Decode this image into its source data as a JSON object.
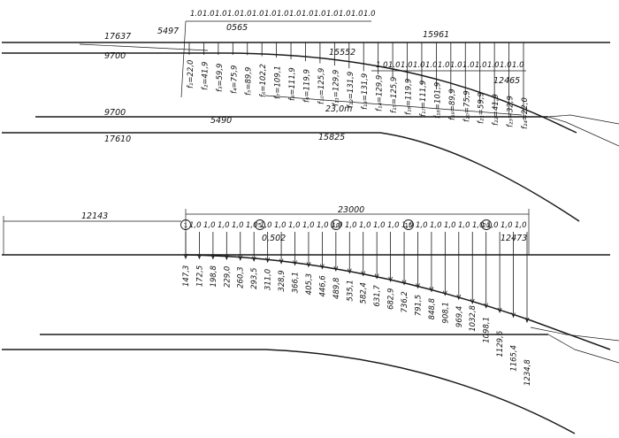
{
  "top": {
    "upper_spacing": [
      "1.0",
      "1.0",
      "1.0",
      "1.0",
      "1.0",
      "1.0",
      "1.0",
      "1.0",
      "1.0",
      "1.0",
      "1.0",
      "1.0",
      "1.0",
      "1.0",
      "1.0"
    ],
    "lower_spacing": [
      "1.0",
      "1.0",
      "1.0",
      "1.0",
      "1.0",
      "1.0",
      "1.0",
      "1.0",
      "1.0",
      "1.0",
      "1.0",
      "1.0"
    ],
    "label_17637": "17637",
    "label_9700_a": "9700",
    "label_5497": "5497",
    "label_0565": "0565",
    "label_15961": "15961",
    "label_15552": "15552",
    "label_12465": "12465",
    "label_23m": "23,0m",
    "label_9700_b": "9700",
    "label_5490": "5490",
    "label_17610": "17610",
    "label_15825": "15825",
    "ordinates": [
      "f₁=22,0",
      "f₂=41,9",
      "f₃=59,9",
      "f₄=75,9",
      "f₅=89,9",
      "f₆=102,2",
      "f₇=109,1",
      "f₈=111,9",
      "f₉=119,9",
      "f₁₀=125,9",
      "f₁₁=129,9",
      "f₁₂=131,9",
      "f₁₃=131,9",
      "f₁₄=129,9",
      "f₁₅=125,9",
      "f₁₆=119,9",
      "f₁₇=111,9",
      "f₁₈=101,9",
      "f₁₉=89,9",
      "f₂₀=75,9",
      "f₂₁=59,9",
      "f₂₂=41,9",
      "f₂₃=32,9",
      "f₂₄=22,0"
    ]
  },
  "bottom": {
    "label_12143": "12143",
    "label_23000": "23000",
    "label_0502": "0,502",
    "label_12473": "12473",
    "spacing": [
      "1,0",
      "1,0",
      "1,0",
      "1,0",
      "1,0",
      "1,0",
      "1,0",
      "1,0",
      "1,0",
      "1,0",
      "1,0",
      "1,0",
      "1,0",
      "1,0",
      "1,0",
      "1,0",
      "1,0",
      "1,0",
      "1,0",
      "1,0",
      "1,0",
      "1,0",
      "1,0",
      "1,0"
    ],
    "circle_marks": [
      "1",
      "5",
      "10",
      "15",
      "20"
    ],
    "ordinates": [
      "147,3",
      "172,5",
      "198,8",
      "229,0",
      "260,3",
      "293,5",
      "311,0",
      "328,9",
      "366,1",
      "405,3",
      "446,6",
      "489,8",
      "535,1",
      "582,4",
      "631,7",
      "682,9",
      "736,2",
      "791,5",
      "848,8",
      "908,1",
      "969,4",
      "1032,8",
      "1098,1",
      "1129,6",
      "1165,4",
      "1234,8"
    ]
  }
}
